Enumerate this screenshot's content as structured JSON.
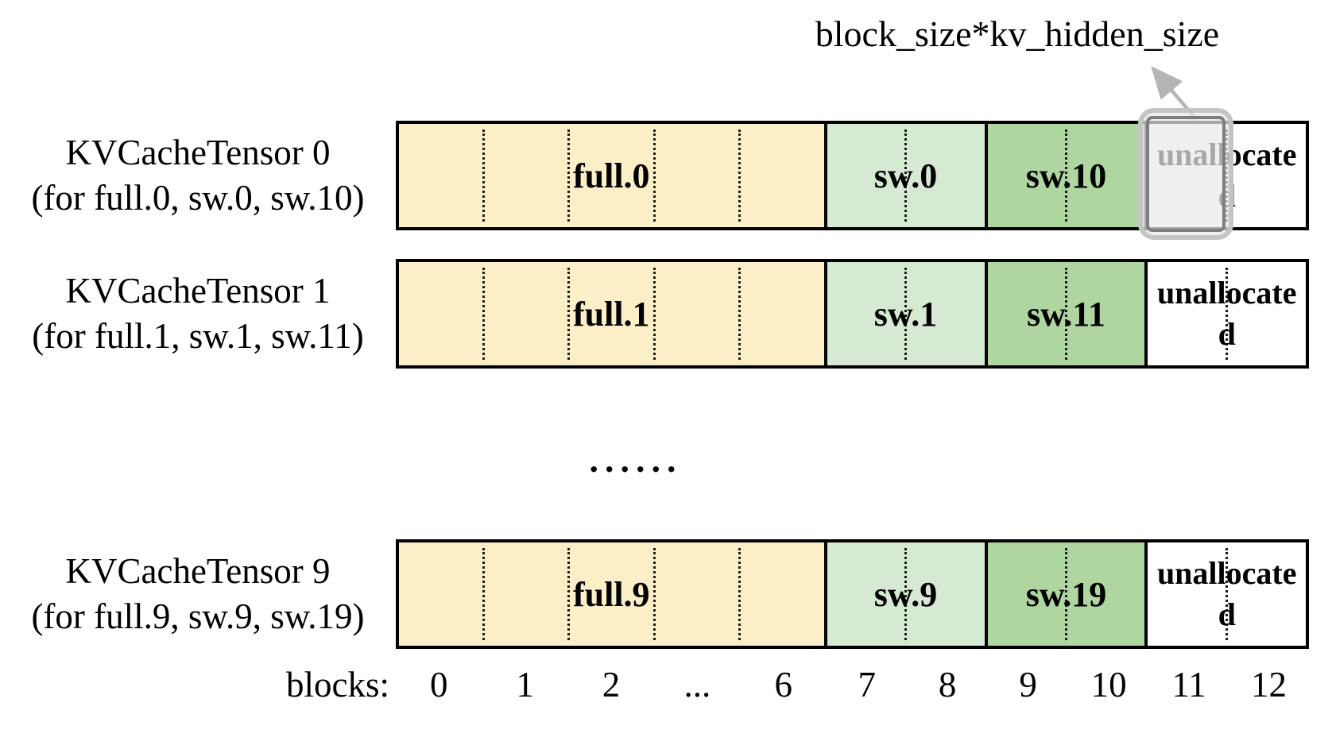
{
  "annotation": {
    "text": "block_size*kv_hidden_size"
  },
  "ellipsis": "......",
  "rows": [
    {
      "title": "KVCacheTensor 0",
      "subtitle": "(for full.0, sw.0, sw.10)",
      "full_label": "full.0",
      "sw_label": "sw.0",
      "sw2_label": "sw.10",
      "unallocated_label": "unallocated",
      "highlighted": true
    },
    {
      "title": "KVCacheTensor 1",
      "subtitle": "(for full.1, sw.1, sw.11)",
      "full_label": "full.1",
      "sw_label": "sw.1",
      "sw2_label": "sw.11",
      "unallocated_label": "unallocated",
      "highlighted": false
    },
    {
      "title": "KVCacheTensor 9",
      "subtitle": "(for full.9, sw.9, sw.19)",
      "full_label": "full.9",
      "sw_label": "sw.9",
      "sw2_label": "sw.19",
      "unallocated_label": "unallocated",
      "highlighted": false
    }
  ],
  "axis": {
    "prefix": "blocks:",
    "labels": [
      "0",
      "1",
      "2",
      "...",
      "6",
      "7",
      "8",
      "9",
      "10",
      "11",
      "12"
    ]
  },
  "colors": {
    "full_block": "#FCEFC8",
    "sw_block": "#D6E9D2",
    "sw2_block": "#AFD5A0",
    "unallocated_block": "#FFFFFF",
    "highlight_border": "#C4C4C4",
    "arrow": "#B5B5B5",
    "bar_border": "#000000"
  }
}
